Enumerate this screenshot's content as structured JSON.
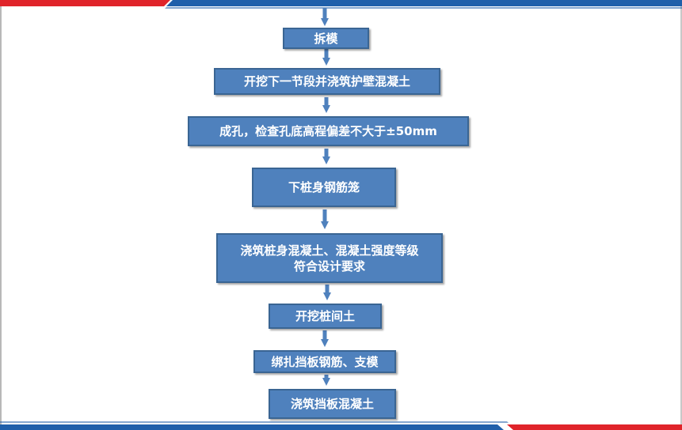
{
  "flowchart": {
    "steps": [
      {
        "label": "拆模"
      },
      {
        "label": "开挖下一节段并浇筑护壁混凝土"
      },
      {
        "label": "成孔，检查孔底高程偏差不大于±50mm"
      },
      {
        "label": "下桩身钢筋笼"
      },
      {
        "line1": "浇筑桩身混凝土、混凝土强度等级",
        "line2": "符合设计要求"
      },
      {
        "label": "开挖桩间土"
      },
      {
        "label": "绑扎挡板钢筋、支模"
      },
      {
        "label": "浇筑挡板混凝土"
      }
    ]
  },
  "colors": {
    "box_fill": "#4f81bd",
    "box_border": "#3a6593",
    "arrow": "#4f81bd",
    "band_red": "#e0242a",
    "band_blue": "#1f5faa"
  }
}
